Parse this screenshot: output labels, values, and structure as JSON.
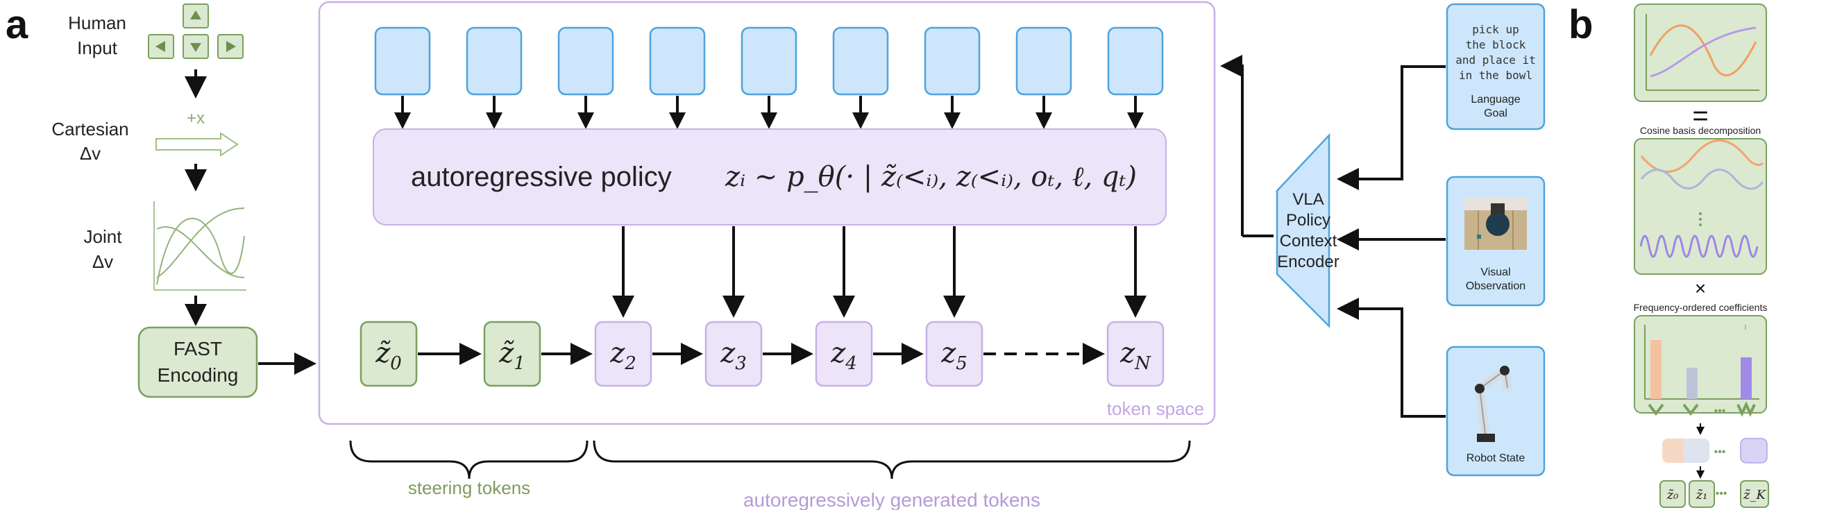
{
  "panel_a": {
    "letter": "a",
    "human_input": [
      "Human",
      "Input"
    ],
    "cartesian": {
      "label": [
        "Cartesian",
        "Δv"
      ],
      "plus_x": "+x"
    },
    "joint": [
      "Joint",
      "Δv"
    ],
    "fast_encoding": [
      "FAST",
      "Encoding"
    ],
    "policy": {
      "text": "autoregressive policy",
      "formula": "zᵢ ~ p_θ(· | z̃₍<ᵢ₎, z₍<ᵢ₎, oₜ, ℓ, qₜ)"
    },
    "token_space_label": "token space",
    "steering_tokens": [
      {
        "base": "z̃",
        "sub": "0"
      },
      {
        "base": "z̃",
        "sub": "1"
      }
    ],
    "generated_tokens": [
      {
        "base": "z",
        "sub": "2"
      },
      {
        "base": "z",
        "sub": "3"
      },
      {
        "base": "z",
        "sub": "4"
      },
      {
        "base": "z",
        "sub": "5"
      },
      {
        "base": "z",
        "sub": "N"
      }
    ],
    "brace_steering": "steering tokens",
    "brace_generated": "autoregressively generated tokens",
    "encoder": [
      "VLA",
      "Policy",
      "Context",
      "Encoder"
    ],
    "language_goal": {
      "text": [
        "pick up",
        "the block",
        "and place it",
        "in the bowl"
      ],
      "label": [
        "Language",
        "Goal"
      ]
    },
    "visual_observation": [
      "Visual",
      "Observation"
    ],
    "robot_state": "Robot State"
  },
  "panel_b": {
    "letter": "b",
    "equals": "=",
    "cosine_label": "Cosine basis decomposition",
    "times": "×",
    "freq_label": "Frequency-ordered coefficients",
    "ellipsis": "•••",
    "tokens": [
      "z̃₀",
      "z̃₁",
      "•••",
      "z̃_K"
    ]
  },
  "colors": {
    "green_fill": "#dbe9d0",
    "green_stroke": "#7aa05e",
    "purple_fill": "#ece4f8",
    "purple_stroke": "#c2a6e4",
    "blue_fill": "#cde6fb",
    "blue_stroke": "#4ea3dc",
    "green_text": "#7e9c5e",
    "purple_text": "#b69ad8"
  }
}
